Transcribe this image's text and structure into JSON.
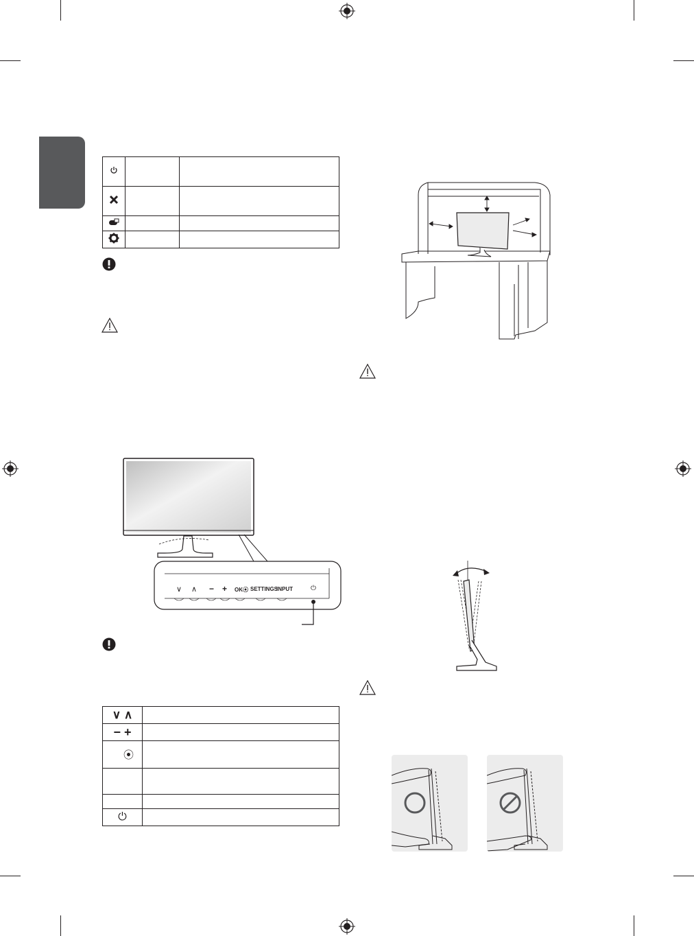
{
  "tab": {
    "color": "#58595b"
  },
  "accent": "#231f20",
  "table_top": {
    "rows": [
      {
        "icon": "power-icon"
      },
      {
        "icon": "cross-icon"
      },
      {
        "icon": "input-icon"
      },
      {
        "icon": "settings-gear-icon"
      }
    ]
  },
  "notes": [
    {
      "icon": "note-exclamation-icon"
    },
    {
      "icon": "warning-triangle-icon"
    },
    {
      "icon": "note-exclamation-icon"
    }
  ],
  "monitor_panel": {
    "labels": [
      "∨",
      "∧",
      "−",
      "+",
      "OK⦿",
      "SETTINGS",
      "INPUT",
      "⏻"
    ]
  },
  "table_bottom": {
    "rows": [
      {
        "symbol": "∨ ∧"
      },
      {
        "symbol": "− +"
      },
      {
        "symbol": "⦿"
      },
      {
        "symbol": ""
      },
      {
        "symbol": ""
      },
      {
        "symbol": "⏻"
      }
    ]
  }
}
